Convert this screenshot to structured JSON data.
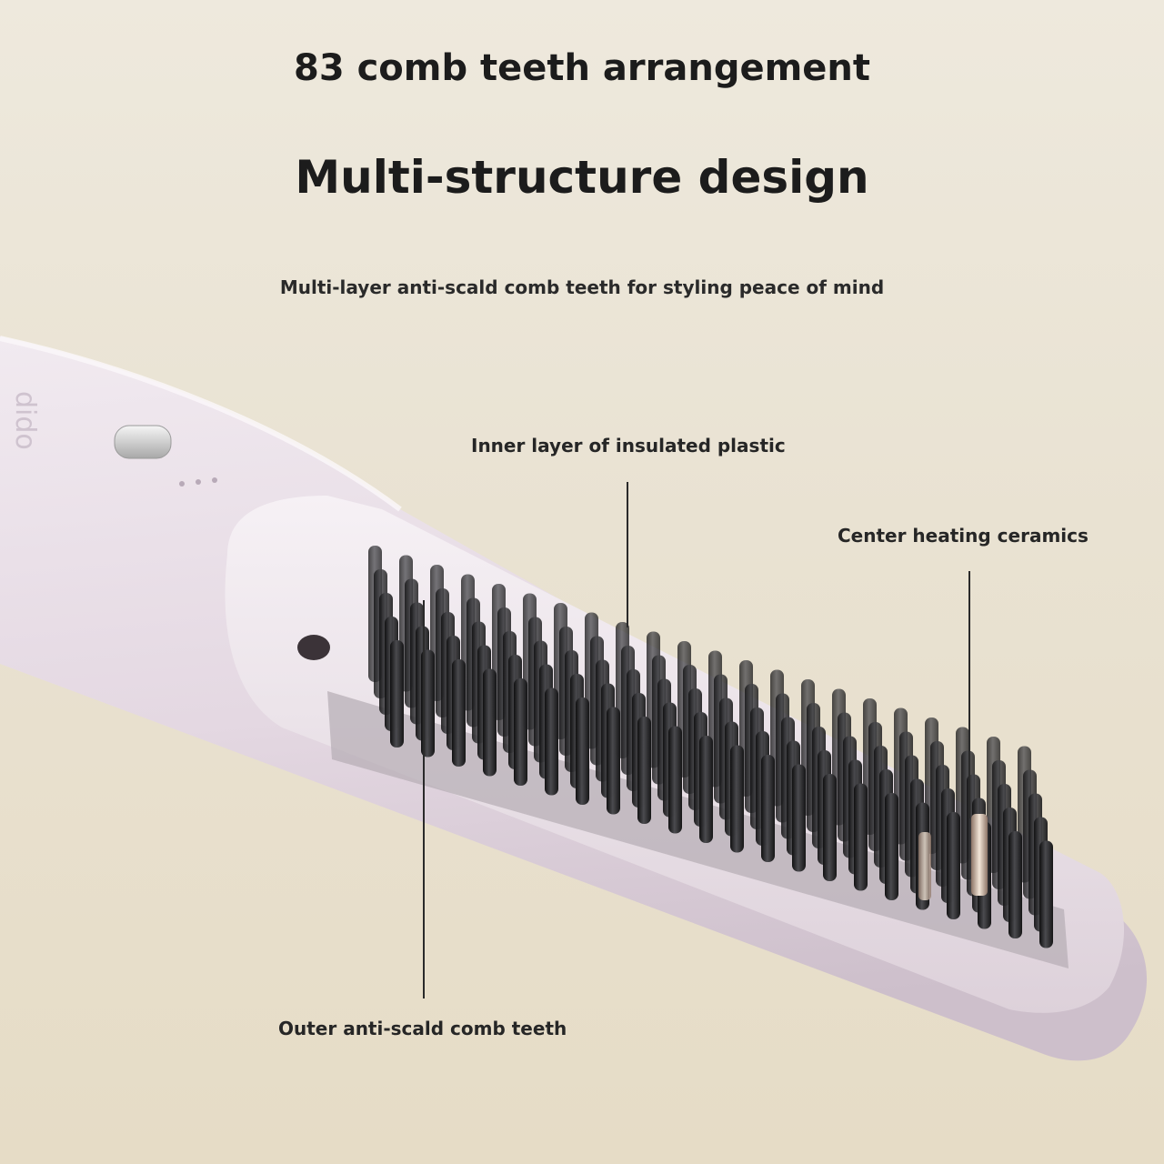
{
  "headline": {
    "line1": "83 comb teeth arrangement",
    "line2": "Multi-structure design"
  },
  "subtitle": "Multi-layer anti-scald comb teeth for styling peace of mind",
  "callouts": {
    "inner": "Inner layer of insulated plastic",
    "center": "Center heating ceramics",
    "outer": "Outer anti-scald comb teeth"
  },
  "brand_mark": "dido",
  "colors": {
    "background": "#e9e2d2",
    "body": "#e7dde6",
    "teeth": "#232325",
    "text": "#1c1c1c"
  },
  "product": {
    "comb_teeth_count": 83
  }
}
